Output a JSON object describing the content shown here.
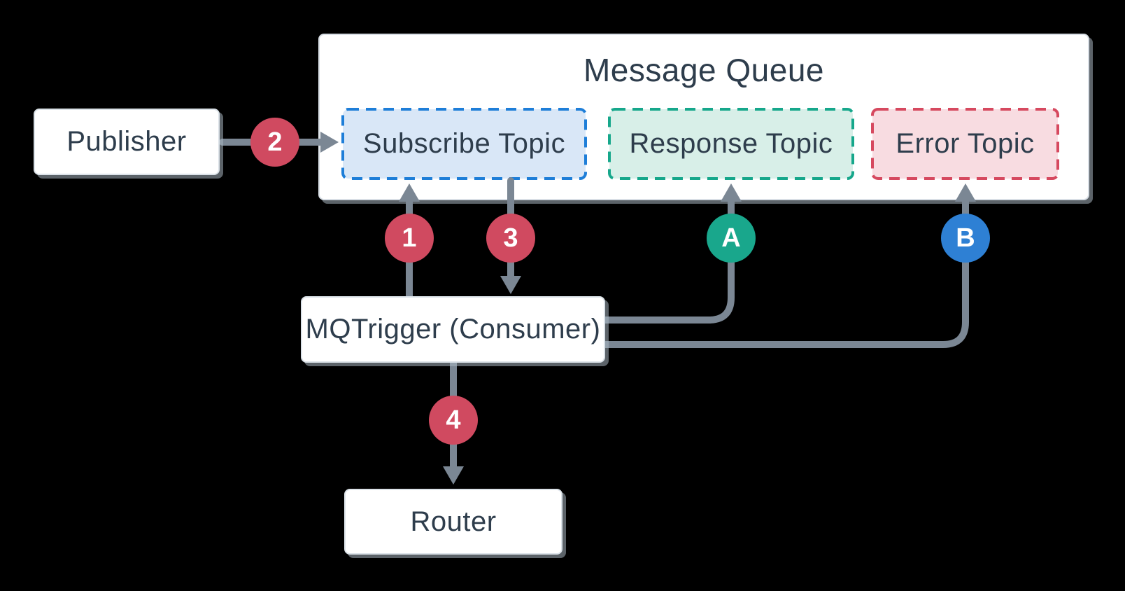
{
  "message_queue": {
    "title": "Message Queue"
  },
  "nodes": {
    "publisher": {
      "label": "Publisher"
    },
    "subscribe_topic": {
      "label": "Subscribe Topic"
    },
    "response_topic": {
      "label": "Response Topic"
    },
    "error_topic": {
      "label": "Error Topic"
    },
    "mqtrigger": {
      "label": "MQTrigger (Consumer)"
    },
    "router": {
      "label": "Router"
    }
  },
  "badges": [
    {
      "label": "1",
      "color": "#d04a60"
    },
    {
      "label": "2",
      "color": "#d04a60"
    },
    {
      "label": "3",
      "color": "#d04a60"
    },
    {
      "label": "4",
      "color": "#d04a60"
    },
    {
      "label": "A",
      "color": "#19a78c"
    },
    {
      "label": "B",
      "color": "#2e80d4"
    }
  ],
  "colors": {
    "background": "#000000",
    "connector_gray": "#7b8794",
    "text_dark": "#2e3d4c",
    "node_background": "#ffffff",
    "node_border": "#dce3e9",
    "subscribe_fill": "#d9e7f7",
    "subscribe_border": "#1e7ed8",
    "response_fill": "#d8efe8",
    "response_border": "#16a78b",
    "error_fill": "#f8dce1",
    "error_border": "#d6495f",
    "badge_red": "#d04a60",
    "badge_teal": "#19a78c",
    "badge_blue": "#2e80d4"
  }
}
